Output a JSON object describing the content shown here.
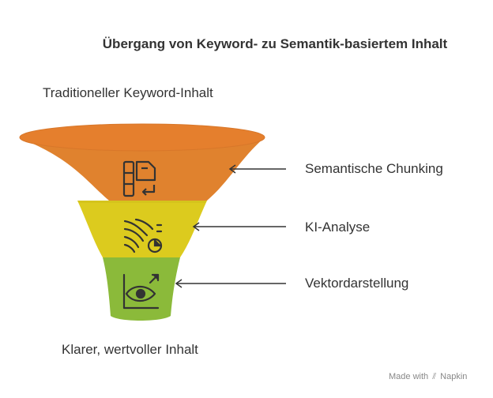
{
  "title": "Übergang von Keyword- zu Semantik-basiertem Inhalt",
  "top_label": "Traditioneller Keyword-Inhalt",
  "bottom_label": "Klarer, wertvoller Inhalt",
  "stages": [
    {
      "label": "Semantische Chunking",
      "color": "#E0822E",
      "icon": "document-chunks-icon"
    },
    {
      "label": "KI-Analyse",
      "color": "#DCCB1E",
      "icon": "wind-chart-icon"
    },
    {
      "label": "Vektordarstellung",
      "color": "#8BBA3A",
      "icon": "eye-chart-icon"
    }
  ],
  "watermark": {
    "made_with": "Made with",
    "brand": "Napkin"
  }
}
